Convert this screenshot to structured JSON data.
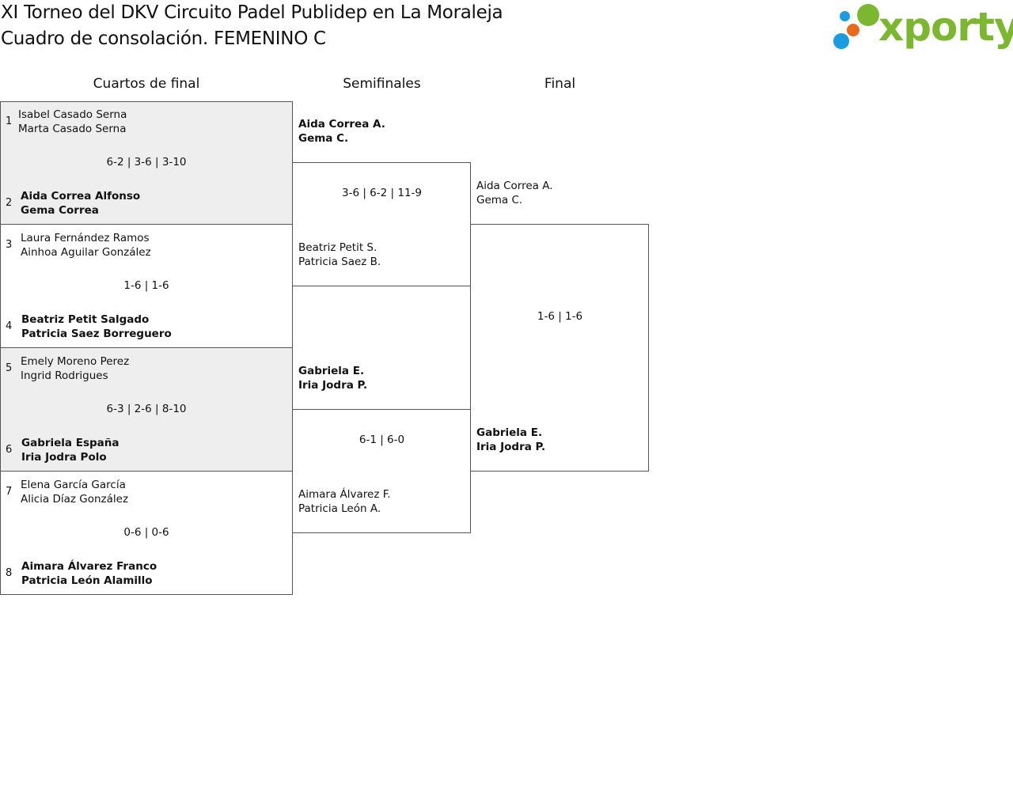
{
  "header": {
    "title_line1": "XI Torneo del DKV Circuito Padel Publidep en La Moraleja",
    "title_line2": "Cuadro de consolación. FEMENINO C",
    "logo_text": "xporty",
    "logo_colors": [
      "#1a9ce0",
      "#7cb82f",
      "#e86a1a"
    ]
  },
  "rounds": {
    "quarterfinals": "Cuartos de final",
    "semifinals": "Semifinales",
    "final": "Final"
  },
  "quarterfinals": [
    {
      "top": {
        "seed": "1",
        "p1": "Isabel Casado Serna",
        "p2": "Marta Casado Serna"
      },
      "score": "6-2 | 3-6 | 3-10",
      "bottom": {
        "seed": "2",
        "p1": "Aida Correa Alfonso",
        "p2": "Gema Correa"
      }
    },
    {
      "top": {
        "seed": "3",
        "p1": "Laura Fernández Ramos",
        "p2": "Ainhoa Aguilar González"
      },
      "score": "1-6 | 1-6",
      "bottom": {
        "seed": "4",
        "p1": "Beatriz Petit Salgado",
        "p2": "Patricia Saez Borreguero"
      }
    },
    {
      "top": {
        "seed": "5",
        "p1": "Emely Moreno Perez",
        "p2": "Ingrid Rodrigues"
      },
      "score": "6-3 | 2-6 | 8-10",
      "bottom": {
        "seed": "6",
        "p1": "Gabriela España",
        "p2": "Iria Jodra Polo"
      }
    },
    {
      "top": {
        "seed": "7",
        "p1": "Elena García García",
        "p2": "Alicia Díaz González"
      },
      "score": "0-6 | 0-6",
      "bottom": {
        "seed": "8",
        "p1": "Aimara Álvarez Franco",
        "p2": "Patricia León Alamillo"
      }
    }
  ],
  "semifinals": [
    {
      "top": {
        "p1": "Aida Correa A.",
        "p2": "Gema C."
      },
      "score": "3-6 | 6-2 | 11-9",
      "bottom": {
        "p1": "Beatriz Petit S.",
        "p2": "Patricia Saez B."
      }
    },
    {
      "top": {
        "p1": "Gabriela E.",
        "p2": "Iria Jodra P."
      },
      "score": "6-1 | 6-0",
      "bottom": {
        "p1": "Aimara Álvarez F.",
        "p2": "Patricia León A."
      }
    }
  ],
  "final": {
    "top": {
      "p1": "Aida Correa A.",
      "p2": "Gema C."
    },
    "score": "1-6 | 1-6",
    "bottom": {
      "p1": "Gabriela E.",
      "p2": "Iria Jodra P."
    }
  }
}
